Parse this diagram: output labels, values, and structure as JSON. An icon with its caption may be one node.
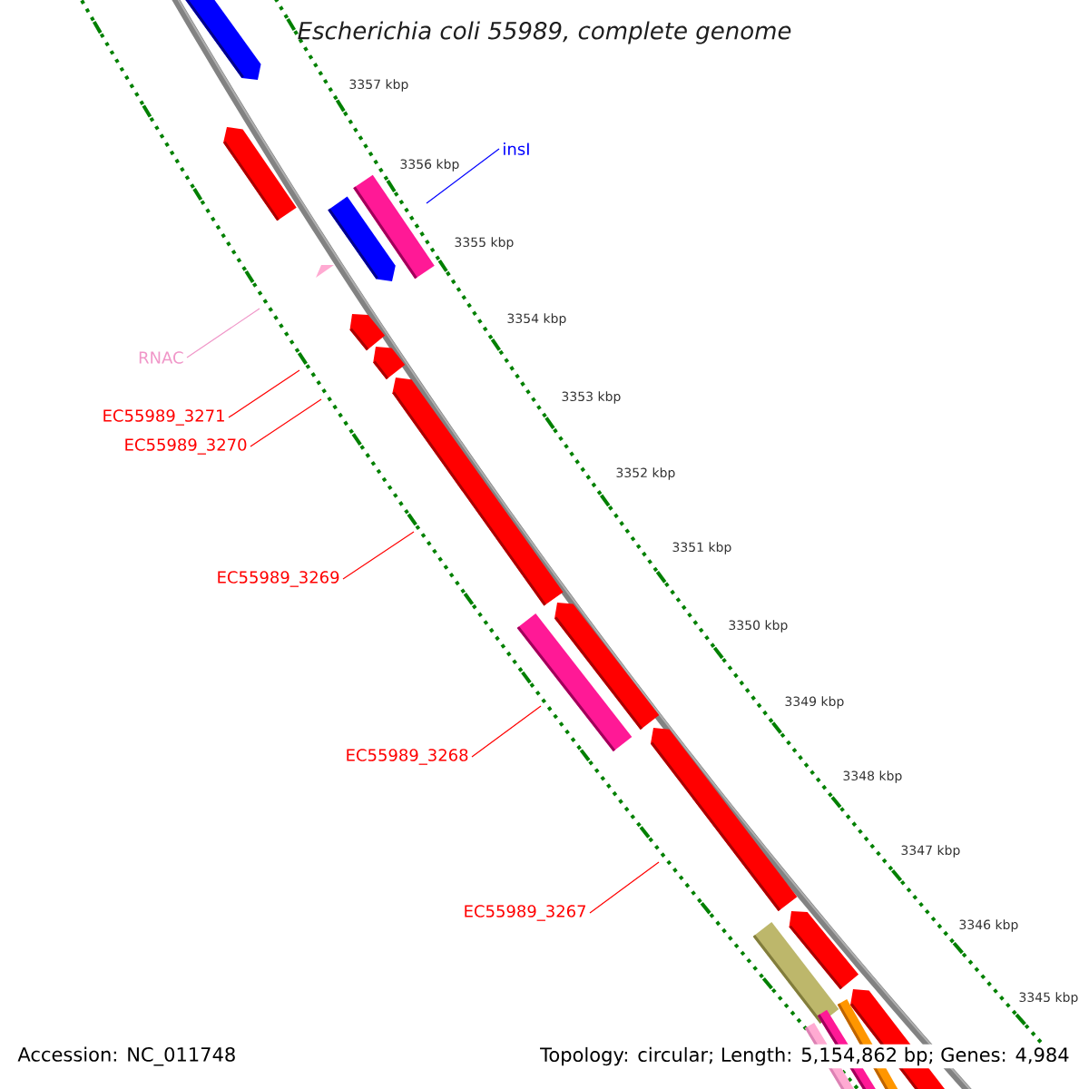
{
  "diagram": {
    "title": "Escherichia coli 55989, complete genome",
    "nodes": [
      {
        "text": [
          "insI"
        ]
      },
      {
        "text": [
          "RNAC"
        ]
      },
      {
        "text": [
          "EC55989_3271"
        ]
      },
      {
        "text": [
          "EC55989_3270"
        ]
      },
      {
        "text": [
          "EC55989_3269"
        ]
      },
      {
        "text": [
          "EC55989_3268"
        ]
      },
      {
        "text": [
          "EC55989_3267"
        ]
      }
    ],
    "edges": [
      {
        "from": 0,
        "to": null,
        "arrow": "none",
        "color": "#0000ff"
      },
      {
        "from": 1,
        "to": null,
        "arrow": "none",
        "color": "#f096c8"
      },
      {
        "from": 2,
        "to": null,
        "arrow": "none"
      },
      {
        "from": 3,
        "to": null,
        "arrow": "none"
      },
      {
        "from": 4,
        "to": null,
        "arrow": "none"
      },
      {
        "from": 5,
        "to": null,
        "arrow": "none"
      },
      {
        "from": 6,
        "to": null,
        "arrow": "none"
      }
    ],
    "labels": [
      "3357 kbp",
      "3356 kbp",
      "3355 kbp",
      "3354 kbp",
      "3353 kbp",
      "3352 kbp",
      "3351 kbp",
      "3350 kbp",
      "3349 kbp",
      "3348 kbp",
      "3347 kbp",
      "3346 kbp",
      "3345 kbp",
      "Accession: NC_011748",
      "Topology: circular; Length: 5,154,862 bp; Genes: 4,984"
    ]
  }
}
